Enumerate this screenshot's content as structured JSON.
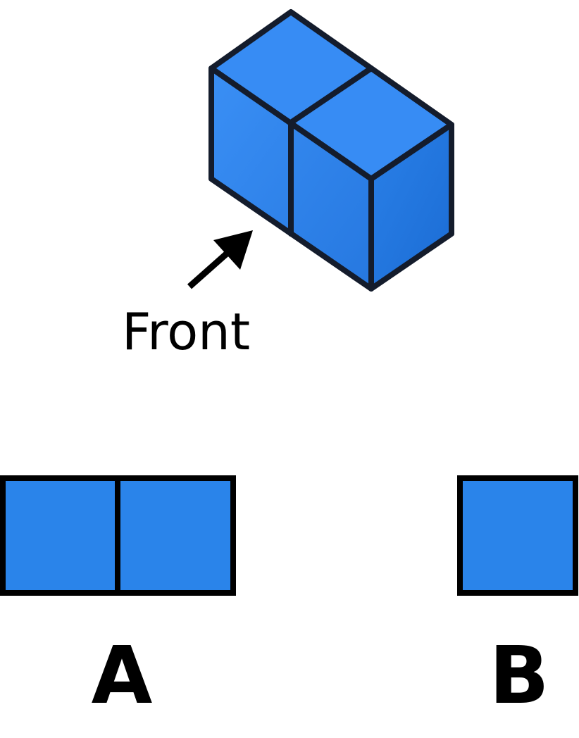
{
  "front_label": "Front",
  "options": [
    {
      "letter": "A",
      "cells": 2
    },
    {
      "letter": "B",
      "cells": 1
    }
  ],
  "colors": {
    "cube_top": "#378cf4",
    "cube_front": "#2f85ec",
    "cube_side": "#1f74dc",
    "cube_edge": "#141c2c",
    "view_fill": "#2a84ea",
    "view_edge": "#000000",
    "arrow": "#000000"
  }
}
